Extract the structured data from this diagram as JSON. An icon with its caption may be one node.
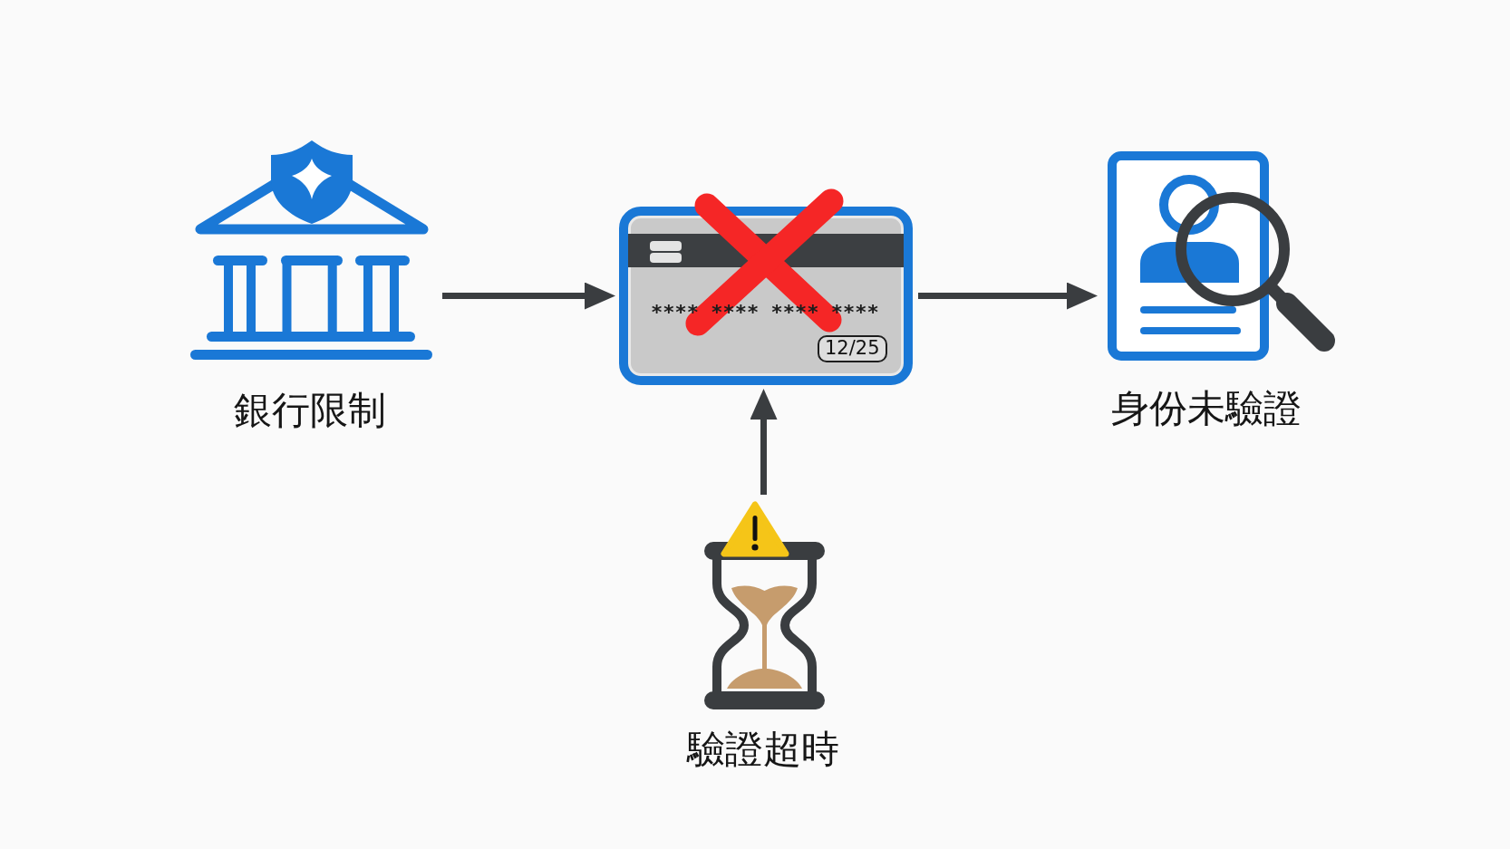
{
  "diagram": {
    "nodes": [
      {
        "text": [
          "銀行限制"
        ]
      },
      {
        "text": [
          "**** **** **** ****",
          "12/25"
        ]
      },
      {
        "text": [
          "身份未驗證"
        ]
      },
      {
        "text": [
          "驗證超時"
        ]
      }
    ],
    "edges": [
      {
        "from": 0,
        "to": 1,
        "arrow": "to"
      },
      {
        "from": 1,
        "to": 2,
        "arrow": "to"
      },
      {
        "from": 3,
        "to": 1,
        "arrow": "to"
      }
    ]
  }
}
